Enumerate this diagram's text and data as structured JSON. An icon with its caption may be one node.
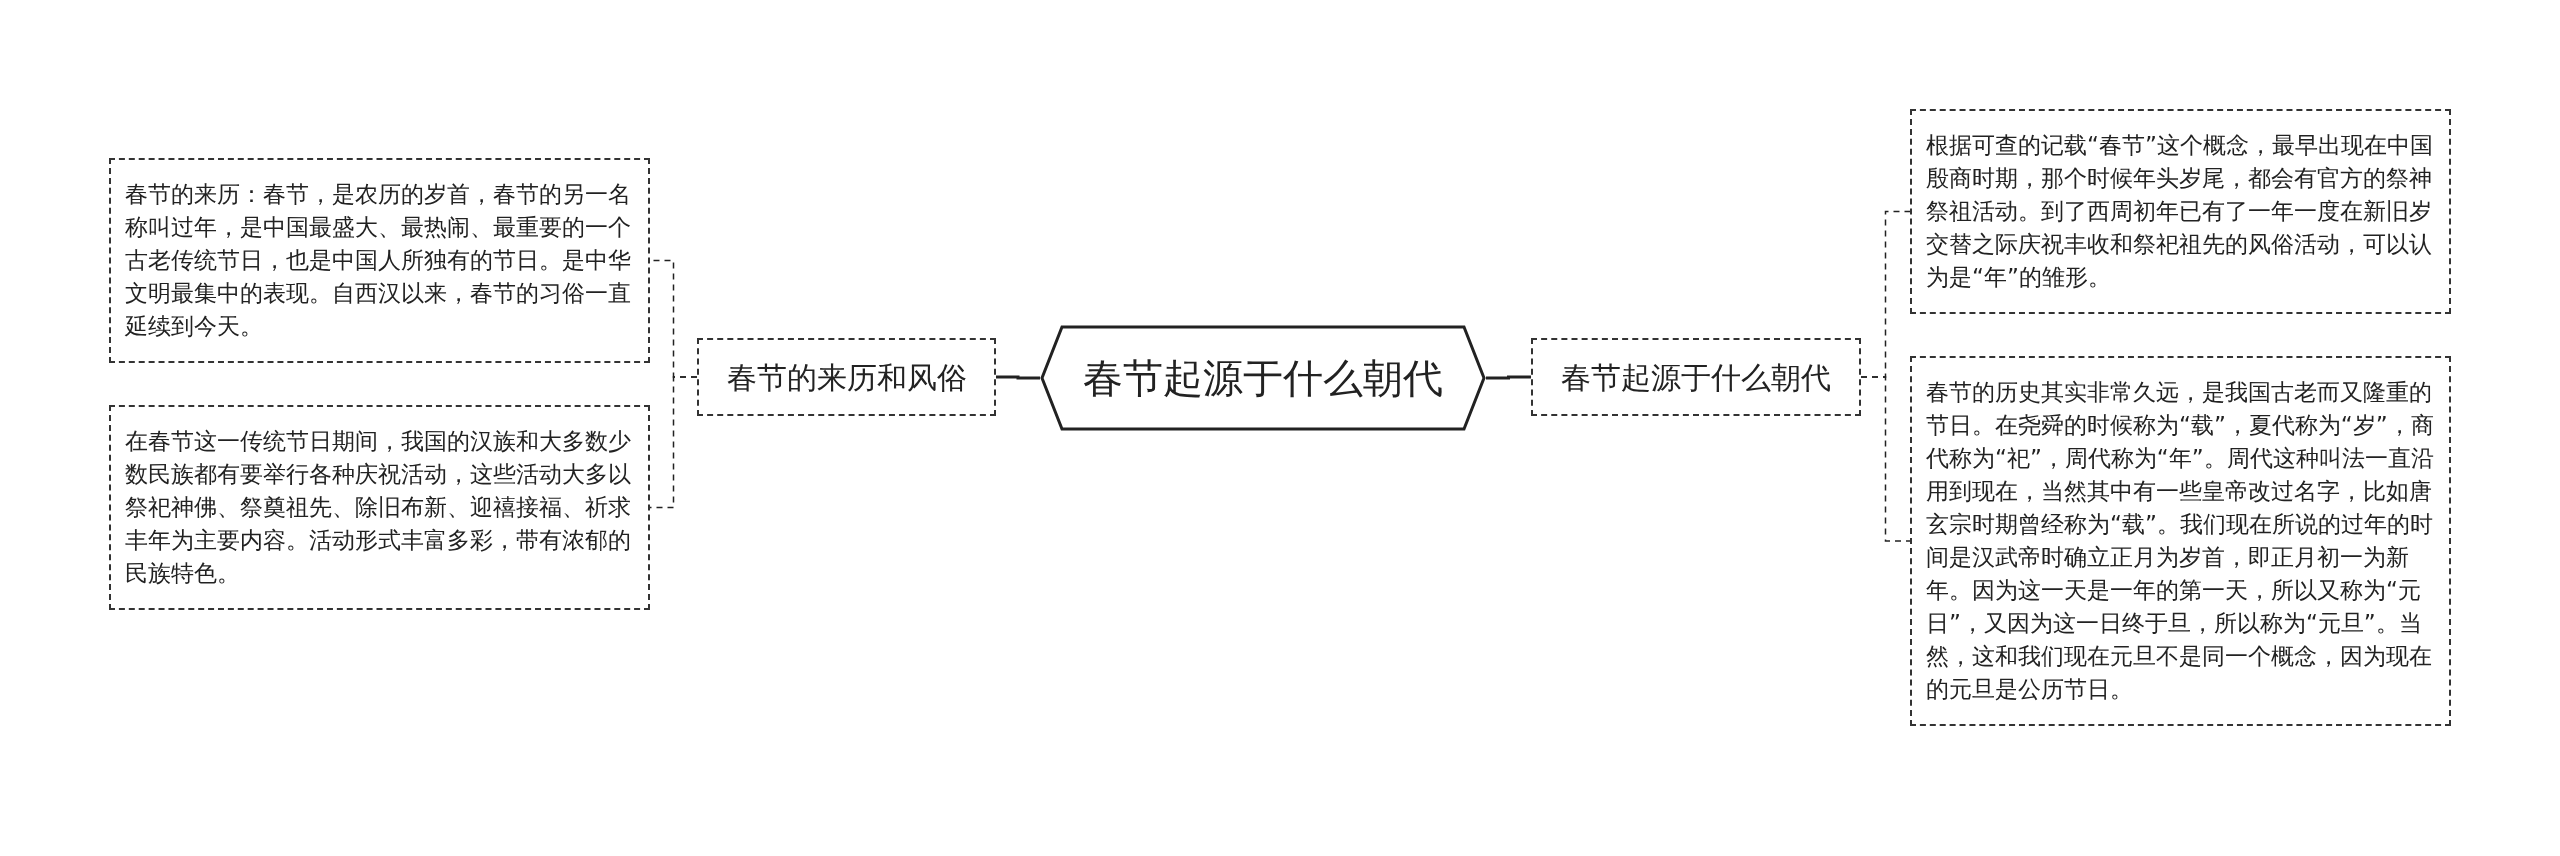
{
  "diagram": {
    "nodes": [
      {
        "text": [
          "春节起源于什么朝代"
        ]
      },
      {
        "text": [
          "春节的来历和风俗"
        ]
      },
      {
        "text": [
          "春节的来历：春节，是农历的岁首，春节的另一名称叫过年，是中国最盛大、最热闹、最重要的一个古老传统节日，也是中国人所独有的节日。是中华文明最集中的表现。自西汉以来，春节的习俗一直延续到今天。"
        ]
      },
      {
        "text": [
          "在春节这一传统节日期间，我国的汉族和大多数少数民族都有要举行各种庆祝活动，这些活动大多以祭祀神佛、祭奠祖先、除旧布新、迎禧接福、祈求丰年为主要内容。活动形式丰富多彩，带有浓郁的民族特色。"
        ]
      },
      {
        "text": [
          "春节起源于什么朝代"
        ]
      },
      {
        "text": [
          "根据可查的记载“春节”这个概念，最早出现在中国殷商时期，那个时候年头岁尾，都会有官方的祭神祭祖活动。到了西周初年已有了一年一度在新旧岁交替之际庆祝丰收和祭祀祖先的风俗活动，可以认为是“年”的雏形。"
        ]
      },
      {
        "text": [
          "春节的历史其实非常久远，是我国古老而又隆重的节日。在尧舜的时候称为“载”，夏代称为“岁”，商代称为“祀”，周代称为“年”。周代这种叫法一直沿用到现在，当然其中有一些皇帝改过名字，比如唐玄宗时期曾经称为“载”。我们现在所说的过年的时间是汉武帝时确立正月为岁首，即正月初一为新年。因为这一天是一年的第一天，所以又称为“元日”，又因为这一日终于旦，所以称为“元旦”。当然，这和我们现在元旦不是同一个概念，因为现在的元旦是公历节日。"
        ]
      }
    ],
    "edges": [
      {
        "from": 0,
        "to": 1,
        "arrow": "none"
      },
      {
        "from": 1,
        "to": 2,
        "arrow": "none",
        "style": "dashed"
      },
      {
        "from": 1,
        "to": 3,
        "arrow": "none",
        "style": "dashed"
      },
      {
        "from": 0,
        "to": 4,
        "arrow": "none"
      },
      {
        "from": 4,
        "to": 5,
        "arrow": "none",
        "style": "dashed"
      },
      {
        "from": 4,
        "to": 6,
        "arrow": "none",
        "style": "dashed"
      }
    ]
  }
}
